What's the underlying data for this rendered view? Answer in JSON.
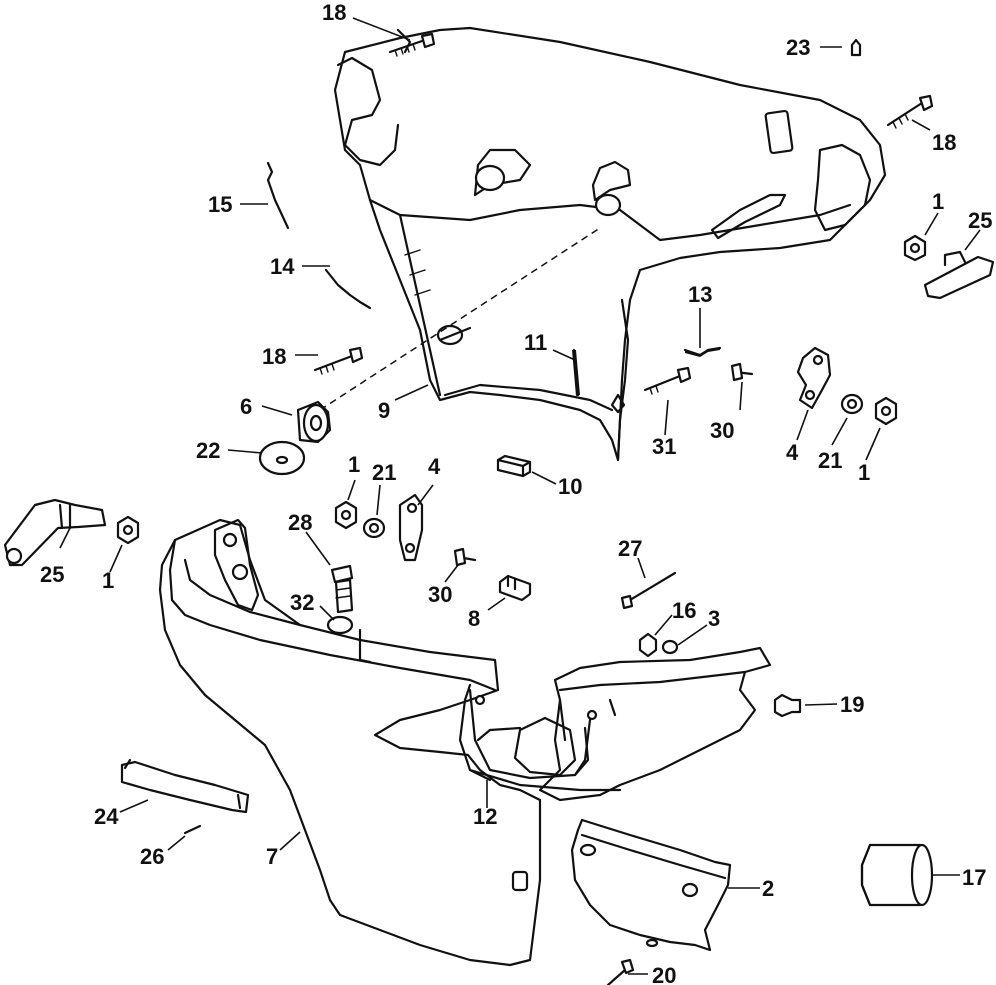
{
  "diagram": {
    "callouts": [
      "1",
      "2",
      "3",
      "4",
      "6",
      "7",
      "8",
      "9",
      "10",
      "11",
      "12",
      "13",
      "14",
      "15",
      "16",
      "17",
      "18",
      "19",
      "20",
      "21",
      "22",
      "23",
      "24",
      "25",
      "26",
      "27",
      "28",
      "30",
      "31",
      "32"
    ]
  }
}
